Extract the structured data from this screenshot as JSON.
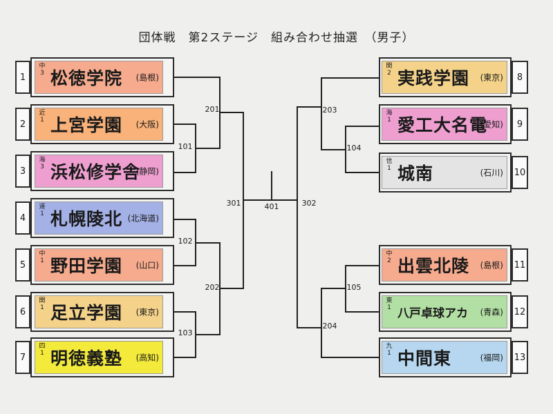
{
  "title": "団体戦　第2ステージ　組み合わせ抽選　（男子）",
  "colors": {
    "orange": "#f9b27a",
    "pink": "#ee9fd0",
    "blue": "#a4b1e6",
    "salmon": "#f6ab8e",
    "yellow": "#f3ea3c",
    "gold": "#f4d28a",
    "gray": "#e4e4e4",
    "green": "#b2dfa3",
    "lightblue": "#b6d7ef"
  },
  "left_teams": [
    {
      "num": "1",
      "seed": "中3",
      "name": "松徳学院",
      "pref": "(島根)",
      "color": "#f6ab8e"
    },
    {
      "num": "2",
      "seed": "近1",
      "name": "上宮学園",
      "pref": "(大阪)",
      "color": "#f9b27a"
    },
    {
      "num": "3",
      "seed": "海3",
      "name": "浜松修学舎",
      "pref": "(静岡)",
      "color": "#ee9fd0"
    },
    {
      "num": "4",
      "seed": "道1",
      "name": "札幌陵北",
      "pref": "(北海道)",
      "color": "#a4b1e6"
    },
    {
      "num": "5",
      "seed": "中1",
      "name": "野田学園",
      "pref": "(山口)",
      "color": "#f6ab8e"
    },
    {
      "num": "6",
      "seed": "関1",
      "name": "足立学園",
      "pref": "(東京)",
      "color": "#f4d28a"
    },
    {
      "num": "7",
      "seed": "四1",
      "name": "明徳義塾",
      "pref": "(高知)",
      "color": "#f3ea3c"
    }
  ],
  "right_teams": [
    {
      "num": "8",
      "seed": "関2",
      "name": "実践学園",
      "pref": "(東京)",
      "color": "#f4d28a"
    },
    {
      "num": "9",
      "seed": "海1",
      "name": "愛工大名電",
      "pref": "(愛知)",
      "color": "#ee9fd0"
    },
    {
      "num": "10",
      "seed": "信1",
      "name": "城南",
      "pref": "(石川)",
      "color": "#e4e4e4"
    },
    {
      "num": "11",
      "seed": "中2",
      "name": "出雲北陵",
      "pref": "(島根)",
      "color": "#f6ab8e"
    },
    {
      "num": "12",
      "seed": "東1",
      "name": "八戸卓球アカ",
      "pref": "(青森)",
      "color": "#b2dfa3"
    },
    {
      "num": "13",
      "seed": "九1",
      "name": "中間東",
      "pref": "(福岡)",
      "color": "#b6d7ef"
    }
  ],
  "matches": {
    "m101": "101",
    "m102": "102",
    "m103": "103",
    "m104": "104",
    "m105": "105",
    "m201": "201",
    "m202": "202",
    "m203": "203",
    "m204": "204",
    "m301": "301",
    "m302": "302",
    "m401": "401"
  }
}
